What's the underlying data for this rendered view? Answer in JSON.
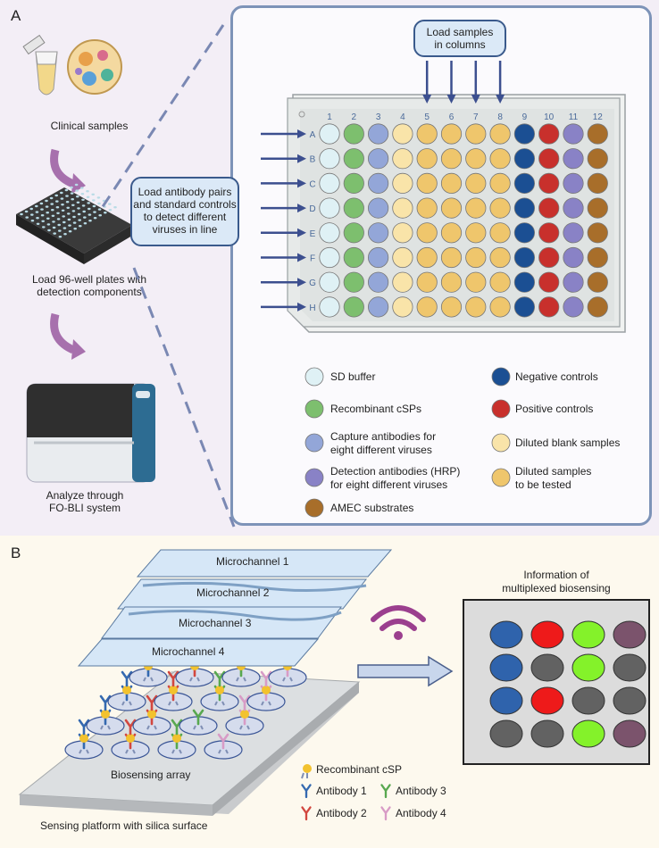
{
  "panelA": {
    "letter": "A",
    "workflow": {
      "step1": "Clinical samples",
      "step2_line1": "Load 96-well plates with",
      "step2_line2": "detection components",
      "step3_line1": "Analyze through",
      "step3_line2": "FO-BLI system"
    },
    "callout_columns_line1": "Load samples",
    "callout_columns_line2": "in columns",
    "callout_rows_line1": "Load antibody pairs",
    "callout_rows_line2": "and standard controls",
    "callout_rows_line3": "to detect different",
    "callout_rows_line4": "viruses in line",
    "plate": {
      "columns": [
        "1",
        "2",
        "3",
        "4",
        "5",
        "6",
        "7",
        "8",
        "9",
        "10",
        "11",
        "12"
      ],
      "rows": [
        "A",
        "B",
        "C",
        "D",
        "E",
        "F",
        "G",
        "H"
      ],
      "column_fill": [
        "#dff1f5",
        "#7dbf6e",
        "#93a6d8",
        "#f9e4a9",
        "#efc66c",
        "#efc66c",
        "#efc66c",
        "#efc66c",
        "#1b4f93",
        "#c8302c",
        "#8982c6",
        "#a86e2a"
      ]
    },
    "legend": [
      {
        "line1": "SD buffer",
        "line2": "",
        "color": "#dff1f5"
      },
      {
        "line1": "Negative controls",
        "line2": "",
        "color": "#1b4f93"
      },
      {
        "line1": "Recombinant cSPs",
        "line2": "",
        "color": "#7dbf6e"
      },
      {
        "line1": "Positive controls",
        "line2": "",
        "color": "#c8302c"
      },
      {
        "line1": "Capture antibodies for",
        "line2": "eight different viruses",
        "color": "#93a6d8"
      },
      {
        "line1": "Diluted blank samples",
        "line2": "",
        "color": "#f9e4a9"
      },
      {
        "line1": "Detection antibodies (HRP)",
        "line2": "for eight different viruses",
        "color": "#8982c6"
      },
      {
        "line1": "Diluted samples",
        "line2": "to be tested",
        "color": "#efc66c"
      },
      {
        "line1": "AMEC substrates",
        "line2": "",
        "color": "#a86e2a"
      }
    ]
  },
  "panelB": {
    "letter": "B",
    "microchannels": [
      "Microchannel 1",
      "Microchannel 2",
      "Microchannel 3",
      "Microchannel 4"
    ],
    "array_label": "Biosensing array",
    "platform_label": "Sensing platform with silica surface",
    "info_title_line1": "Information of",
    "info_title_line2": "multiplexed biosensing",
    "info_grid": [
      [
        "#2f63ac",
        "#ee1a1a",
        "#84f22a",
        "#7b536c"
      ],
      [
        "#2f63ac",
        "#626262",
        "#84f22a",
        "#626262"
      ],
      [
        "#2f63ac",
        "#ee1a1a",
        "#626262",
        "#626262"
      ],
      [
        "#626262",
        "#626262",
        "#84f22a",
        "#7b536c"
      ]
    ],
    "legend": {
      "csp": "Recombinant cSP",
      "ab1": "Antibody 1",
      "ab2": "Antibody 2",
      "ab3": "Antibody 3",
      "ab4": "Antibody 4"
    },
    "antibody_colors": [
      "#3469b0",
      "#d2473f",
      "#58a84f",
      "#d89bc6"
    ]
  }
}
